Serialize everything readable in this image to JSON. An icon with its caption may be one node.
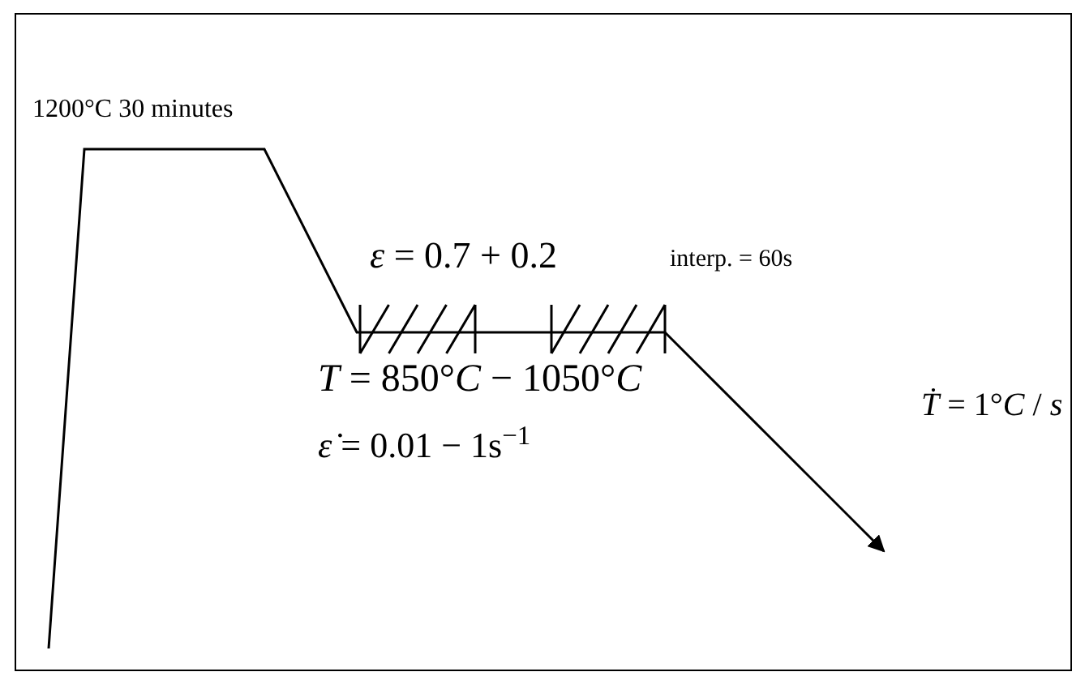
{
  "diagram": {
    "labels": [
      "1200°C 30 minutes",
      "*ε* = 0.7 + 0.2",
      "interp. = 60s",
      "*T* = 850°*C* − 1050°*C*",
      "*ε̇* = 0.01 − 1s$^{−1}$",
      "*Ṫ* = 1°*C* / *s*"
    ]
  }
}
